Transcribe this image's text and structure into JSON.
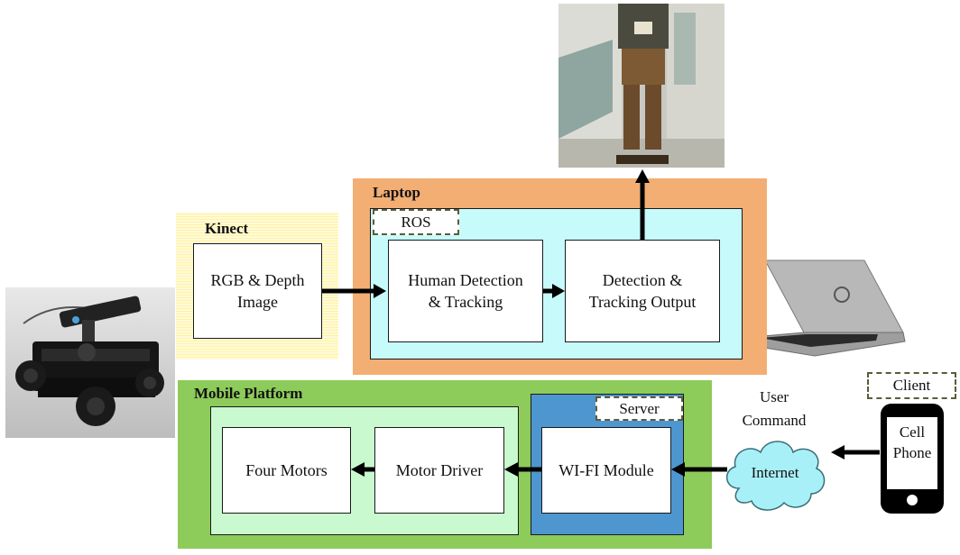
{
  "kinect": {
    "title": "Kinect",
    "image_box": "RGB & Depth\nImage"
  },
  "laptop": {
    "title": "Laptop",
    "ros_label": "ROS",
    "detection_box": "Human Detection\n& Tracking",
    "output_box": "Detection &\nTracking Output"
  },
  "mobile": {
    "title": "Mobile Platform",
    "server_label": "Server",
    "wifi_box": "WI-FI Module",
    "driver_box": "Motor Driver",
    "motors_box": "Four Motors"
  },
  "client": {
    "label": "Client",
    "phone_text": "Cell\nPhone",
    "user_command": "User\nCommand",
    "internet": "Internet"
  }
}
